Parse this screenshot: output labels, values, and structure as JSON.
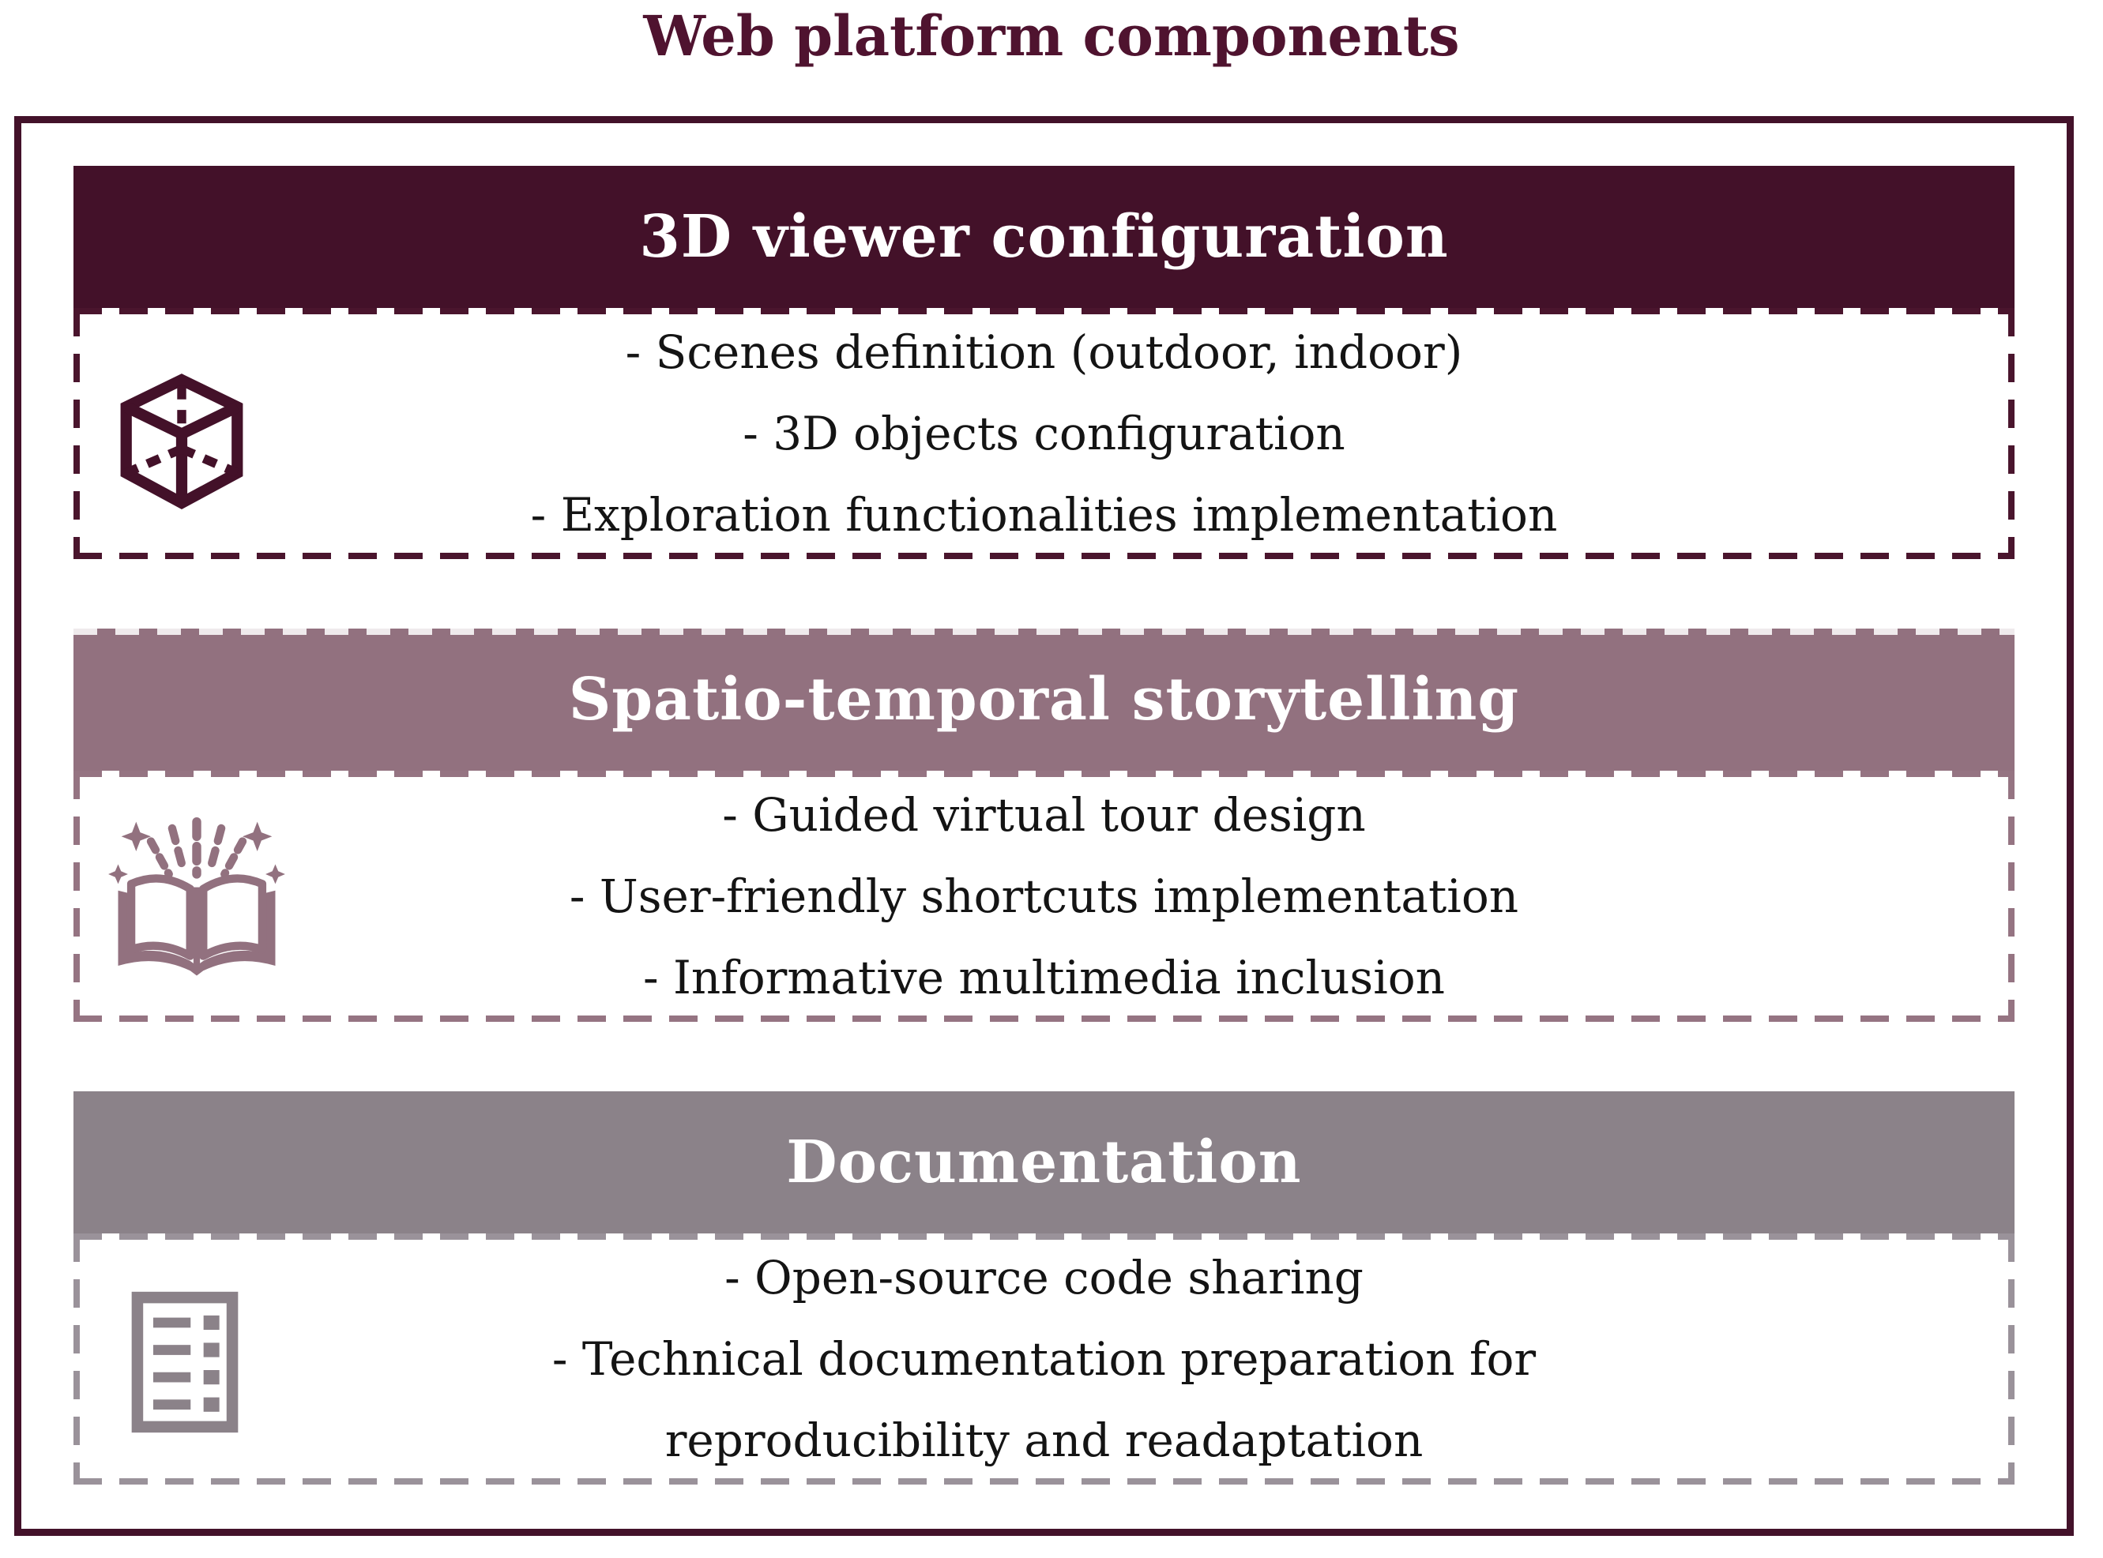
{
  "title": "Web platform components",
  "colors": {
    "maroon": "#431129",
    "mauve": "#92717f",
    "gray": "#8b8289",
    "frame_border": "#43122a",
    "body_text": "#141414",
    "header_text": "#ffffff"
  },
  "sections": [
    {
      "header": "3D viewer configuration",
      "icon": "cube-3d-icon",
      "items": [
        "- Scenes definition (outdoor, indoor)",
        "- 3D objects configuration",
        "- Exploration functionalities implementation"
      ]
    },
    {
      "header": "Spatio-temporal storytelling",
      "icon": "magic-book-icon",
      "items": [
        "- Guided virtual tour design",
        "- User-friendly shortcuts implementation",
        "- Informative multimedia inclusion"
      ]
    },
    {
      "header": "Documentation",
      "icon": "document-list-icon",
      "items": [
        "- Open-source code sharing",
        "- Technical documentation preparation for",
        "reproducibility and readaptation"
      ]
    }
  ]
}
